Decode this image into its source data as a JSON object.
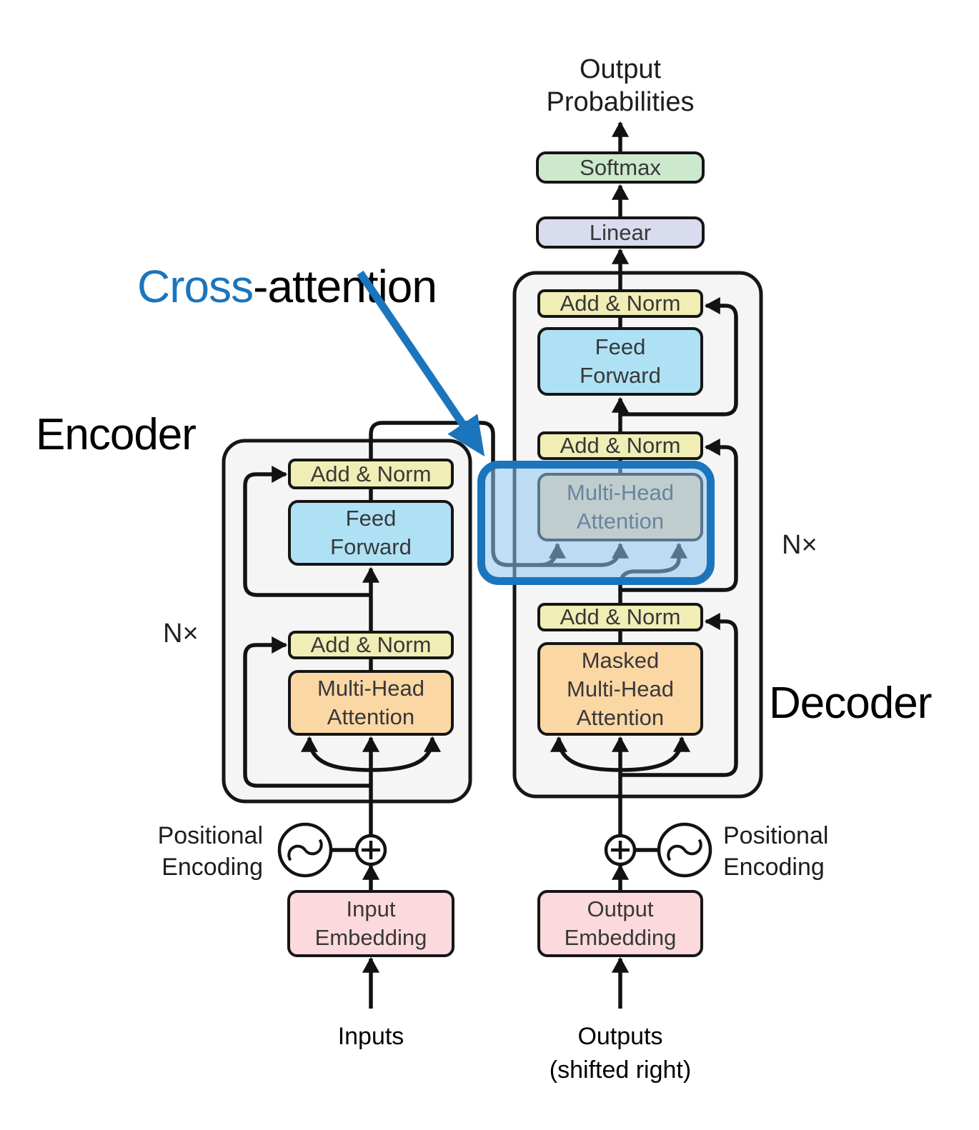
{
  "figure": {
    "output_probabilities": "Output\nProbabilities",
    "inputs": "Inputs",
    "outputs": "Outputs\n(shifted right)",
    "positional_encoding_left": "Positional\nEncoding",
    "positional_encoding_right": "Positional\nEncoding"
  },
  "annotations": {
    "cross": "Cross",
    "attention_suffix": "-attention",
    "encoder": "Encoder",
    "decoder": "Decoder",
    "n_times_encoder": "N×",
    "n_times_decoder": "N×"
  },
  "encoder": {
    "add_norm_top": "Add & Norm",
    "feed_forward": "Feed\nForward",
    "add_norm_bottom": "Add & Norm",
    "multi_head_attention": "Multi-Head\nAttention",
    "input_embedding": "Input\nEmbedding"
  },
  "decoder": {
    "softmax": "Softmax",
    "linear": "Linear",
    "add_norm_top": "Add & Norm",
    "feed_forward": "Feed\nForward",
    "add_norm_mid": "Add & Norm",
    "cross_attention": "Multi-Head\nAttention",
    "add_norm_bottom": "Add & Norm",
    "masked_multi_head_attention": "Masked\nMulti-Head\nAttention",
    "output_embedding": "Output\nEmbedding"
  },
  "colors": {
    "accent_blue": "#1b75bc",
    "add_norm_fill": "#f0eeb4",
    "feed_forward_fill": "#aee1f4",
    "attention_fill": "#fbd7a4",
    "embedding_fill": "#fcd9dc",
    "softmax_fill": "#cde9cd",
    "linear_fill": "#d9dbee",
    "container_fill": "#f5f5f5",
    "highlight_fill": "rgba(144,196,242,0.55)"
  }
}
